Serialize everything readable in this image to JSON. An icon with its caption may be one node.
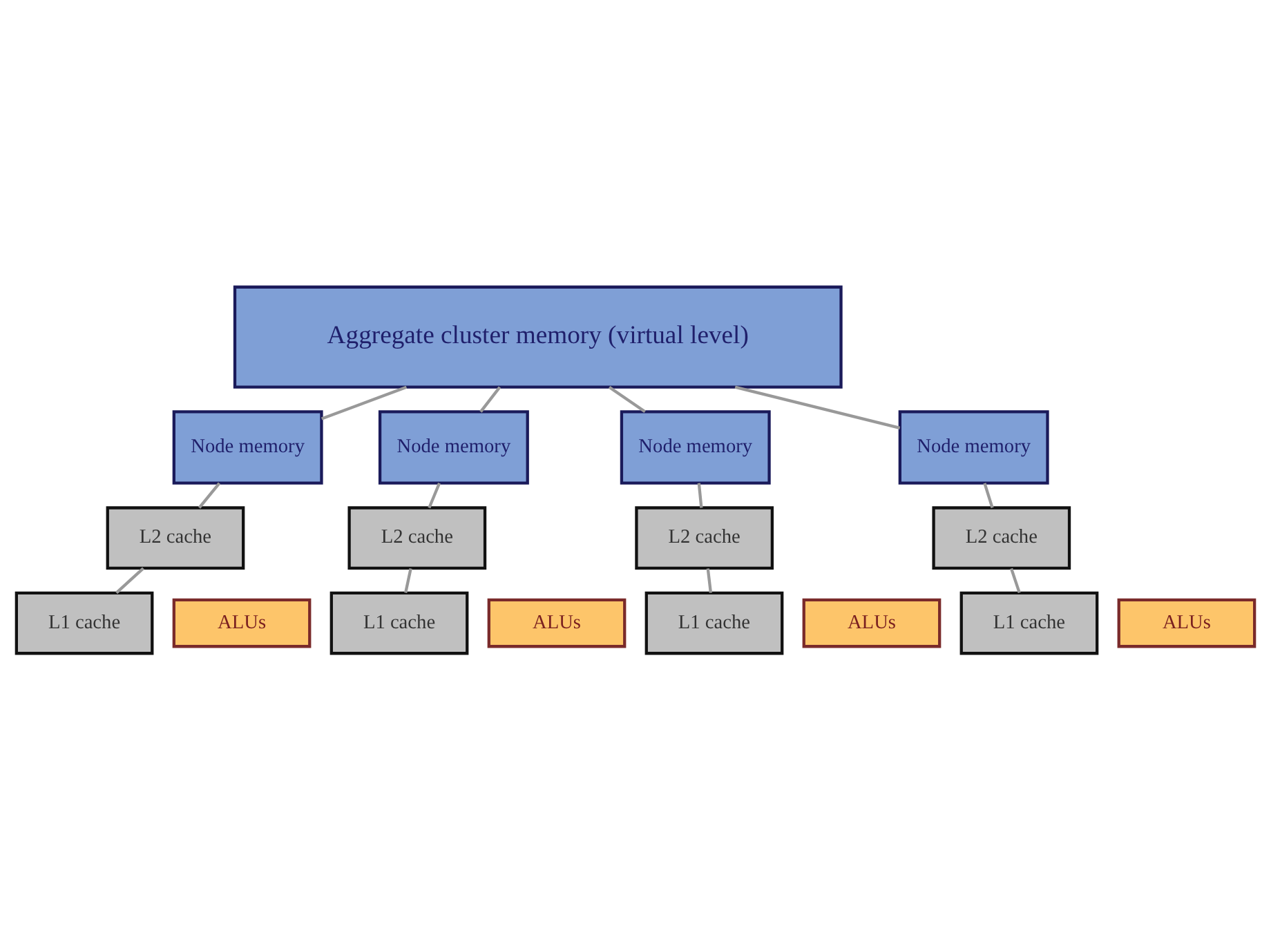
{
  "diagram": {
    "nodes": [
      {
        "text": [
          "Aggregate cluster memory (virtual level)"
        ]
      },
      {
        "text": [
          "Node memory"
        ]
      },
      {
        "text": [
          "L2 cache"
        ]
      },
      {
        "text": [
          "L1 cache"
        ]
      },
      {
        "text": [
          "ALUs"
        ]
      },
      {
        "text": [
          "Node memory"
        ]
      },
      {
        "text": [
          "L2 cache"
        ]
      },
      {
        "text": [
          "L1 cache"
        ]
      },
      {
        "text": [
          "ALUs"
        ]
      },
      {
        "text": [
          "Node memory"
        ]
      },
      {
        "text": [
          "L2 cache"
        ]
      },
      {
        "text": [
          "L1 cache"
        ]
      },
      {
        "text": [
          "ALUs"
        ]
      },
      {
        "text": [
          "Node memory"
        ]
      },
      {
        "text": [
          "L2 cache"
        ]
      },
      {
        "text": [
          "L1 cache"
        ]
      },
      {
        "text": [
          "ALUs"
        ]
      }
    ],
    "edges": [
      {
        "from": 0,
        "to": 1,
        "arrow": "none"
      },
      {
        "from": 0,
        "to": 5,
        "arrow": "none"
      },
      {
        "from": 0,
        "to": 9,
        "arrow": "none"
      },
      {
        "from": 0,
        "to": 13,
        "arrow": "none"
      },
      {
        "from": 1,
        "to": 2,
        "arrow": "none"
      },
      {
        "from": 2,
        "to": 3,
        "arrow": "none"
      },
      {
        "from": 5,
        "to": 6,
        "arrow": "none"
      },
      {
        "from": 6,
        "to": 7,
        "arrow": "none"
      },
      {
        "from": 9,
        "to": 10,
        "arrow": "none"
      },
      {
        "from": 10,
        "to": 11,
        "arrow": "none"
      },
      {
        "from": 13,
        "to": 14,
        "arrow": "none"
      },
      {
        "from": 14,
        "to": 15,
        "arrow": "none"
      }
    ]
  }
}
